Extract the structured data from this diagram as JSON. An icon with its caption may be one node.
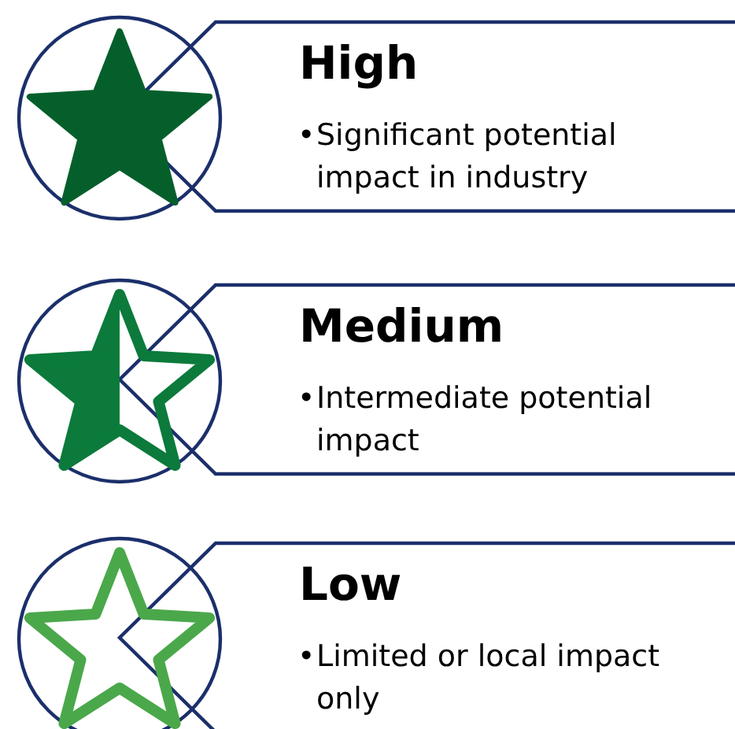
{
  "diagram": {
    "nodes": [
      {
        "text": [],
        "shape": "circle"
      },
      {
        "text": [
          "High",
          "•",
          "Significant potential impact in industry"
        ]
      },
      {
        "text": [],
        "shape": "circle"
      },
      {
        "text": [
          "Medium",
          "•",
          "Intermediate potential impact"
        ]
      },
      {
        "text": [],
        "shape": "circle"
      },
      {
        "text": [
          "Low",
          "•",
          "Limited or local impact only"
        ]
      }
    ]
  }
}
